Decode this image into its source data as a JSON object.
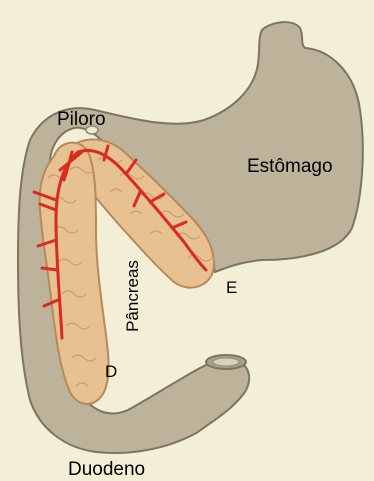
{
  "labels": {
    "piloro": "Piloro",
    "estomago": "Estômago",
    "pancreas": "Pâncreas",
    "e": "E",
    "d": "D",
    "duodeno": "Duodeno"
  },
  "colors": {
    "background": "#f3eed6",
    "organ": "#bcb39a",
    "organ_outline": "#7d7564",
    "pancreas": "#e8c192",
    "pancreas_outline": "#b58a5a",
    "vessel": "#d92b1e"
  }
}
